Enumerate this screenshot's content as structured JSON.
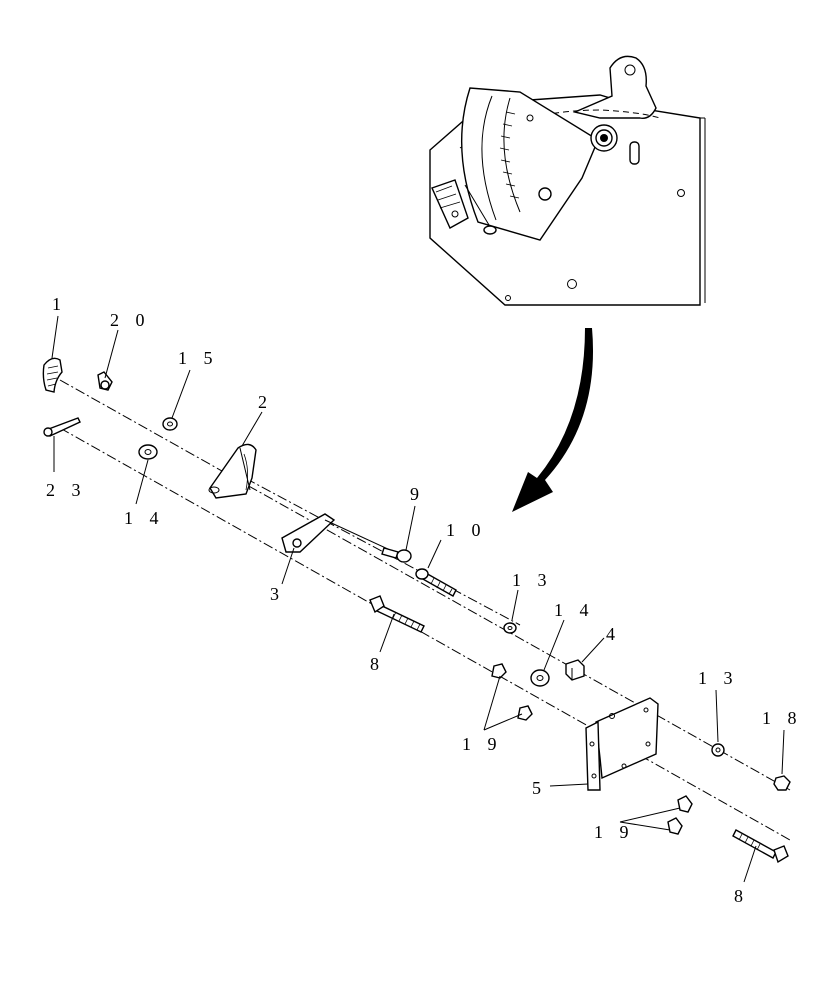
{
  "callouts": {
    "c1": "1",
    "c20": "2 0",
    "c15": "1 5",
    "c2": "2",
    "c23": "2 3",
    "c14a": "1 4",
    "c9": "9",
    "c10": "1 0",
    "c3": "3",
    "c13a": "1 3",
    "c14b": "1 4",
    "c4": "4",
    "c8a": "8",
    "c19a": "1 9",
    "c13b": "1 3",
    "c18": "1 8",
    "c5": "5",
    "c19b": "1 9",
    "c8b": "8"
  }
}
